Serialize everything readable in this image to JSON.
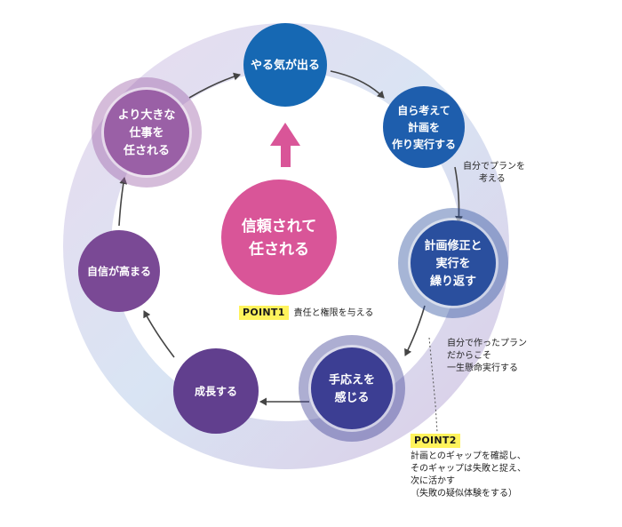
{
  "center": {
    "lines": [
      "信頼されて",
      "任される"
    ],
    "color": "#d95598"
  },
  "nodes": [
    {
      "id": "motivated",
      "lines": [
        "やる気が出る"
      ],
      "color": "#1668b3"
    },
    {
      "id": "think",
      "lines": [
        "自ら考えて",
        "計画を",
        "作り実行する"
      ],
      "color": "#1e5ead"
    },
    {
      "id": "revise",
      "lines": [
        "計画修正と",
        "実行を",
        "繰り返す"
      ],
      "color": "#2a4f9e"
    },
    {
      "id": "response",
      "lines": [
        "手応えを",
        "感じる"
      ],
      "color": "#3c3e93"
    },
    {
      "id": "grow",
      "lines": [
        "成長する"
      ],
      "color": "#613f8e"
    },
    {
      "id": "confidence",
      "lines": [
        "自信が高まる"
      ],
      "color": "#7a4995"
    },
    {
      "id": "bigger",
      "lines": [
        "より大きな",
        "仕事を",
        "任される"
      ],
      "color": "#9a60a6"
    }
  ],
  "notes": {
    "think_plan": [
      "自分でプランを",
      "考える"
    ],
    "own_plan": [
      "自分で作ったプラン",
      "だからこそ",
      "一生懸命実行する"
    ]
  },
  "points": {
    "point1": {
      "label": "POINT1",
      "text": "責任と権限を与える"
    },
    "point2": {
      "label": "POINT2",
      "lines": [
        "計画とのギャップを確認し、",
        "そのギャップは失敗と捉え、",
        "次に活かす",
        "（失敗の疑似体験をする）"
      ]
    }
  },
  "colors": {
    "arrow": "#444444",
    "up_arrow": "#d95598",
    "ring_blue": "#cfe0f3",
    "ring_purple": "#e5d4ea",
    "badge": "#fff35c"
  }
}
